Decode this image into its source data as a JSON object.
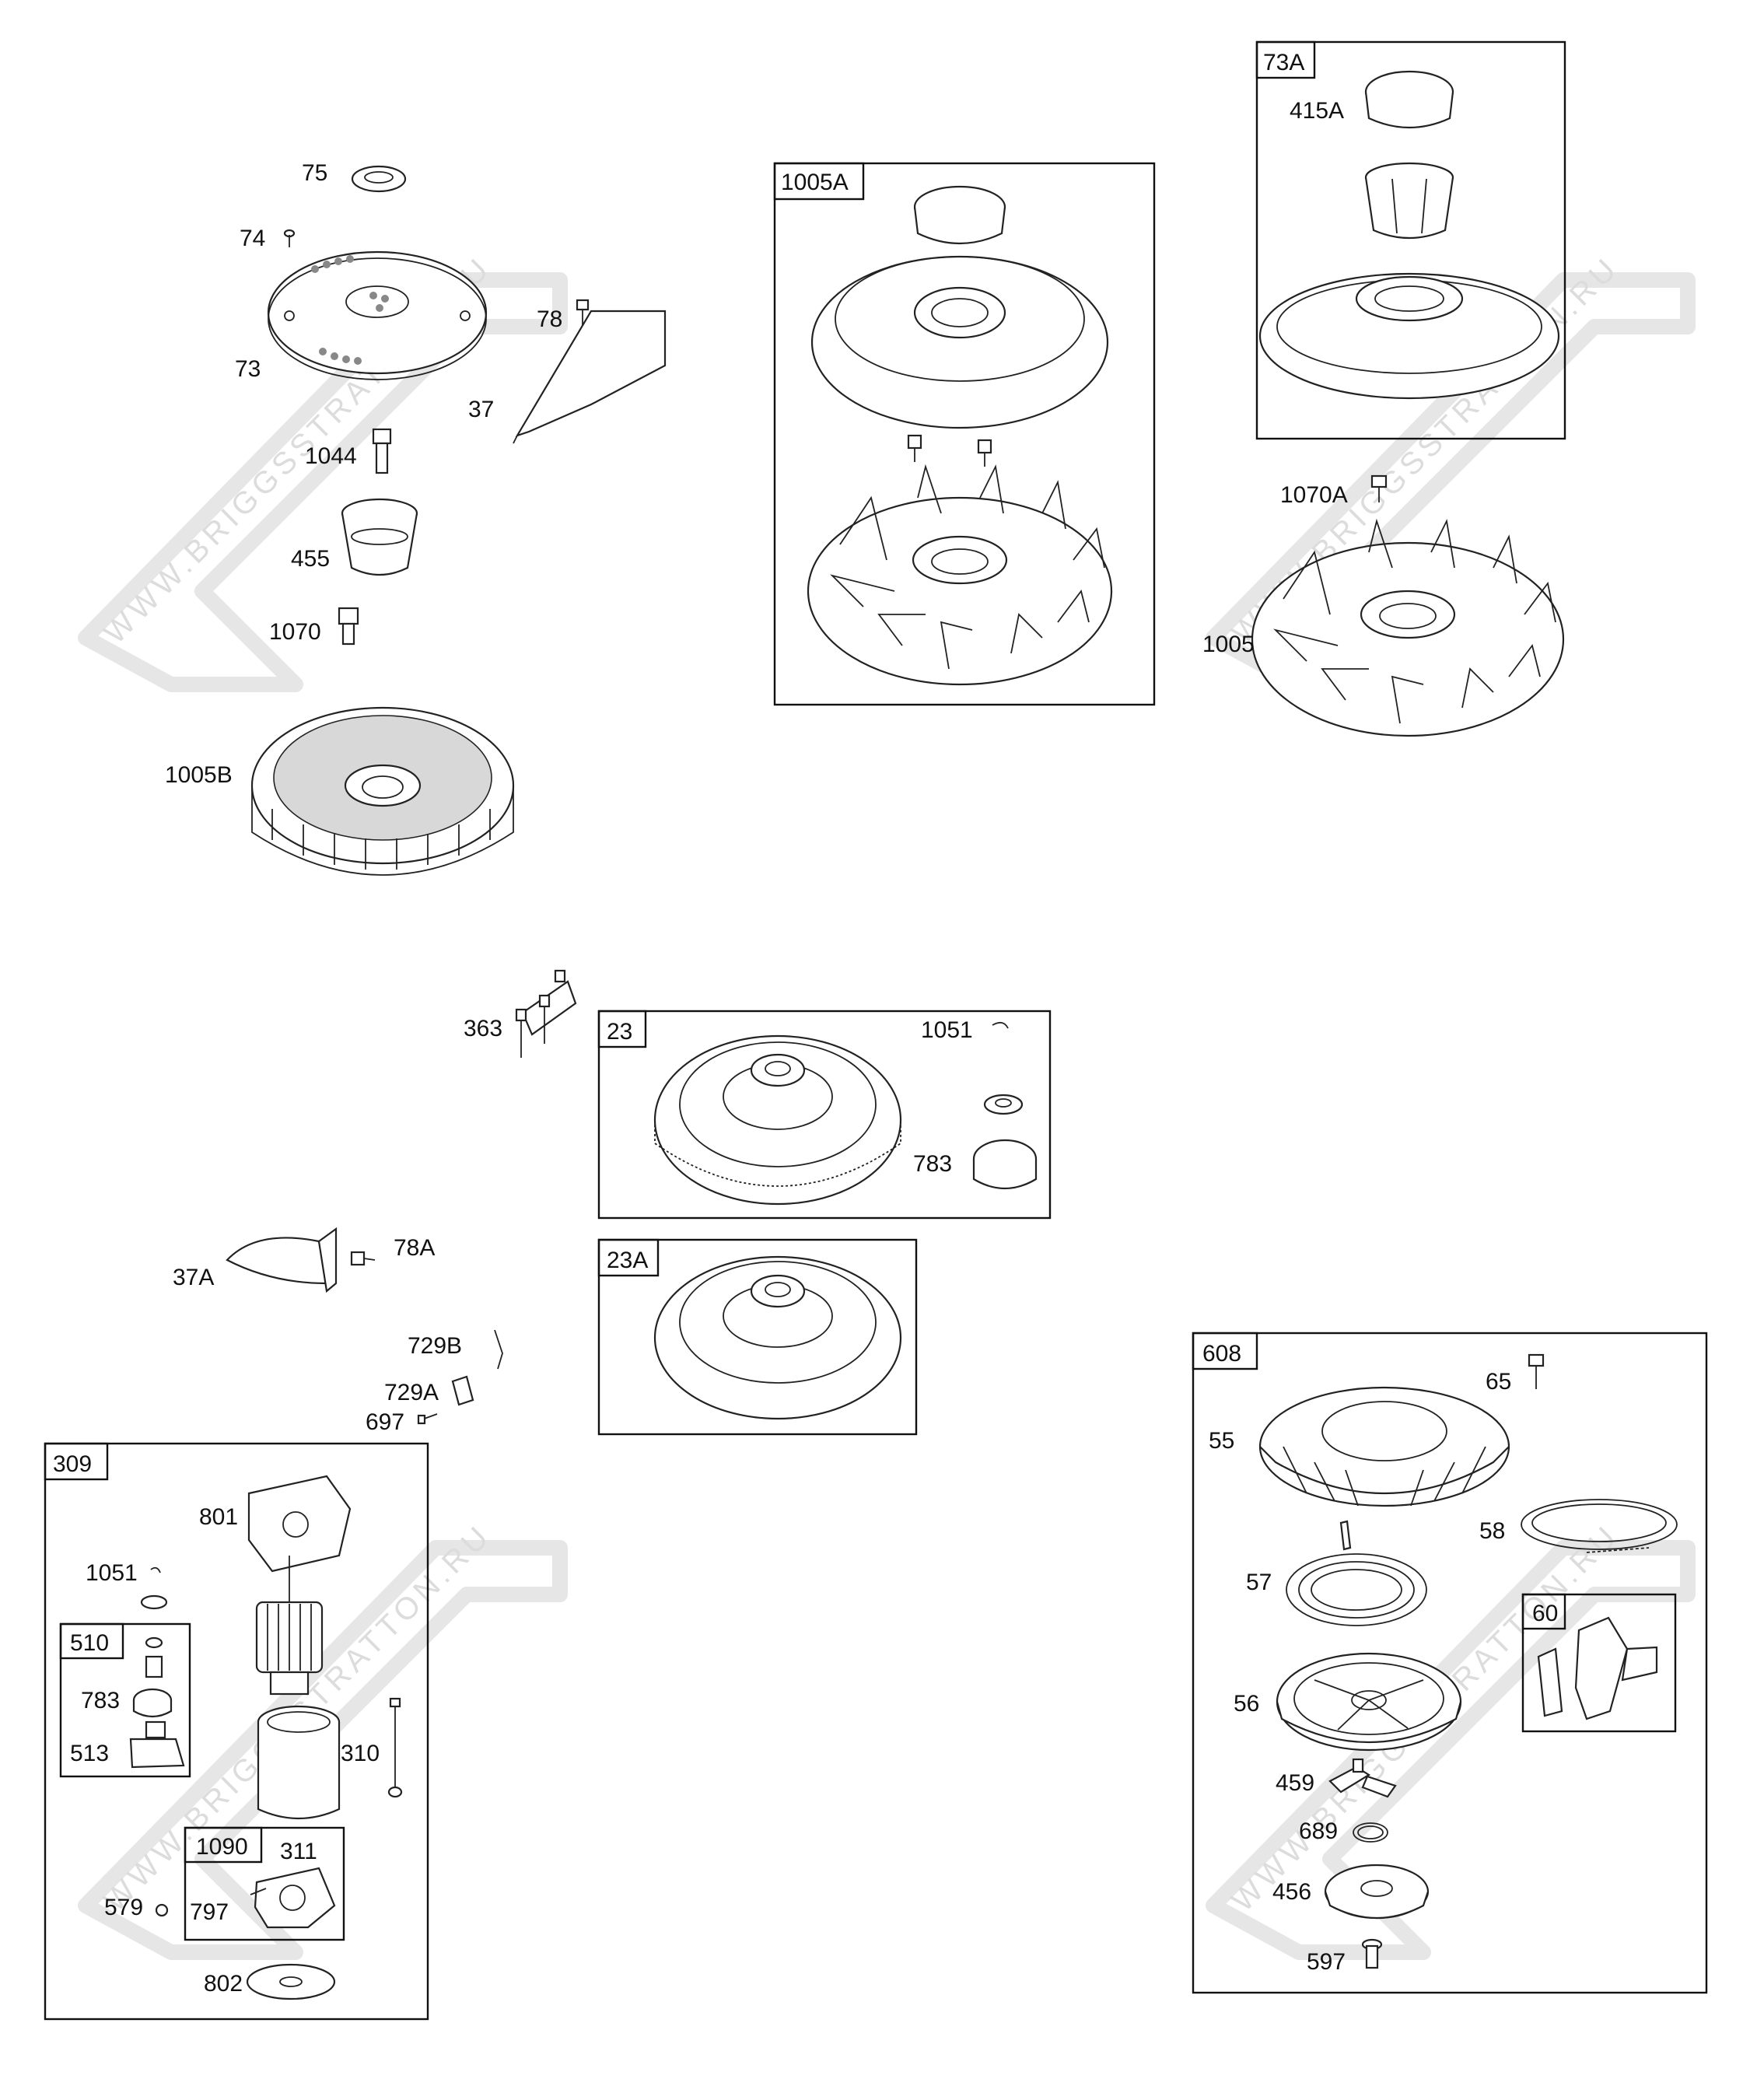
{
  "watermark": {
    "text": "WWW.BRIGGSSTRATTON.RU"
  },
  "parts": {
    "p75": "75",
    "p74": "74",
    "p73": "73",
    "p78": "78",
    "p37": "37",
    "p1044": "1044",
    "p455": "455",
    "p1070": "1070",
    "p1005B": "1005B",
    "p363": "363",
    "p37A": "37A",
    "p78A": "78A",
    "p729B": "729B",
    "p729A": "729A",
    "p697": "697",
    "p1070A": "1070A",
    "p1005": "1005",
    "p1051_flywheel": "1051",
    "p783_flywheel": "783",
    "p801": "801",
    "p1051_starter": "1051",
    "p783_starter": "783",
    "p513": "513",
    "p310": "310",
    "p311": "311",
    "p797": "797",
    "p579": "579",
    "p802": "802",
    "p415A": "415A",
    "p65": "65",
    "p55": "55",
    "p58": "58",
    "p57": "57",
    "p56": "56",
    "p459": "459",
    "p689": "689",
    "p456": "456",
    "p597": "597"
  },
  "boxes": {
    "b1005A": "1005A",
    "b73A": "73A",
    "b23": "23",
    "b23A": "23A",
    "b309": "309",
    "b510": "510",
    "b1090": "1090",
    "b608": "608",
    "b60": "60"
  }
}
